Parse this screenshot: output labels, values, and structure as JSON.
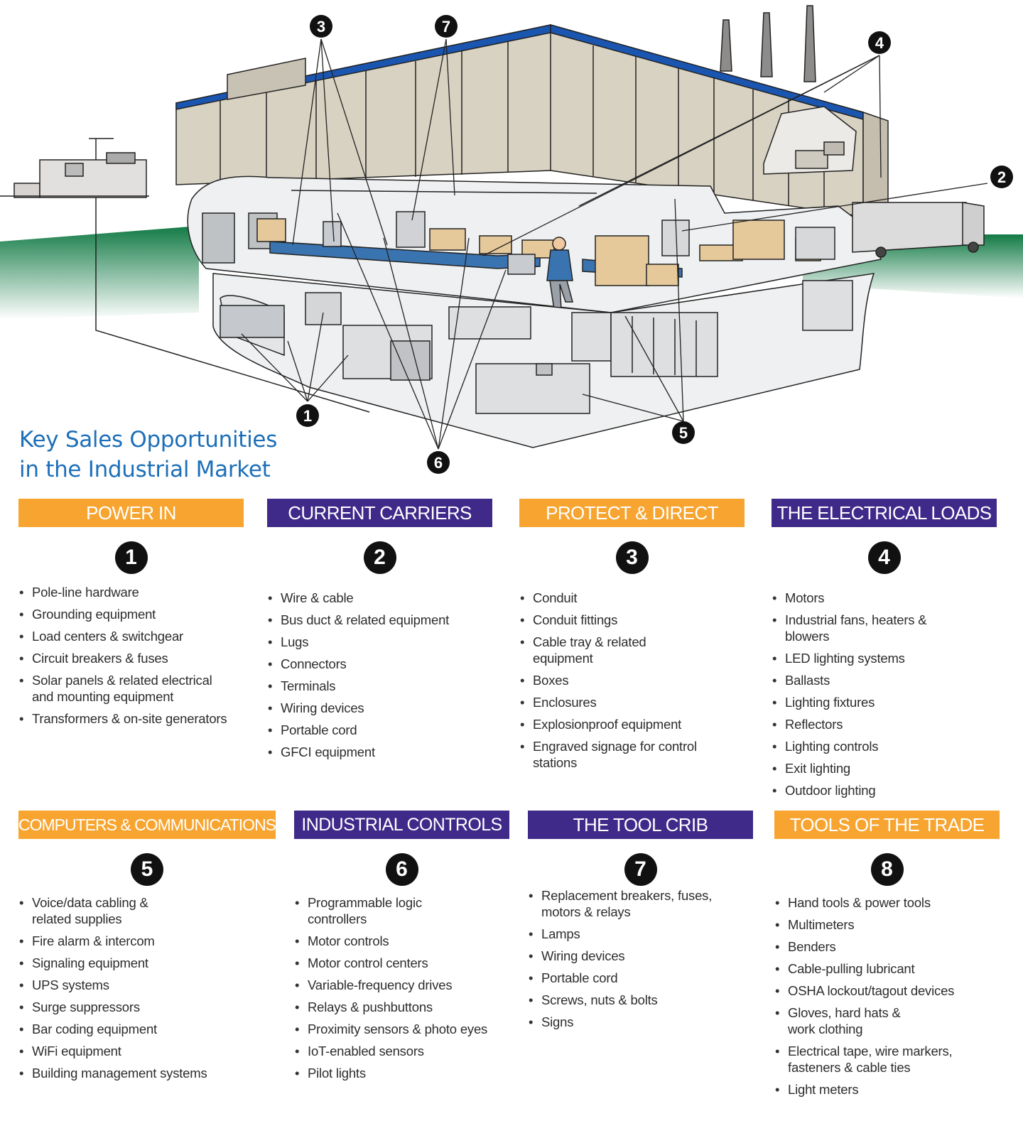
{
  "title": {
    "line1": "Key Sales Opportunities",
    "line2": "in the Industrial Market"
  },
  "colors": {
    "orange": "#f7a530",
    "purple": "#3f2a8a",
    "title_blue": "#1d6fb8",
    "roof_blue": "#1a55b0",
    "grass": "#127a45"
  },
  "callouts": [
    {
      "number": "1"
    },
    {
      "number": "2"
    },
    {
      "number": "3"
    },
    {
      "number": "4"
    },
    {
      "number": "5"
    },
    {
      "number": "6"
    },
    {
      "number": "7"
    }
  ],
  "categories": [
    {
      "number": "1",
      "title": "POWER IN",
      "color": "orange",
      "items": [
        "Pole-line hardware",
        "Grounding equipment",
        "Load centers & switchgear",
        "Circuit breakers & fuses",
        "Solar panels & related electrical and mounting equipment",
        "Transformers  & on-site generators"
      ]
    },
    {
      "number": "2",
      "title": "CURRENT CARRIERS",
      "color": "purple",
      "items": [
        "Wire & cable",
        "Bus duct & related equipment",
        "Lugs",
        "Connectors",
        "Terminals",
        "Wiring devices",
        "Portable cord",
        "GFCI equipment"
      ]
    },
    {
      "number": "3",
      "title": "PROTECT & DIRECT",
      "color": "orange",
      "items": [
        "Conduit",
        "Conduit fittings",
        "Cable tray & related equipment",
        "Boxes",
        "Enclosures",
        "Explosionproof equipment",
        "Engraved signage for control stations"
      ]
    },
    {
      "number": "4",
      "title": "THE ELECTRICAL LOADS",
      "color": "purple",
      "items": [
        "Motors",
        "Industrial fans, heaters & blowers",
        "LED lighting systems",
        "Ballasts",
        "Lighting fixtures",
        "Reflectors",
        "Lighting controls",
        "Exit lighting",
        "Outdoor lighting"
      ]
    },
    {
      "number": "5",
      "title": "COMPUTERS & COMMUNICATIONS",
      "color": "orange",
      "items": [
        "Voice/data cabling & related supplies",
        "Fire alarm & intercom",
        "Signaling equipment",
        "UPS systems",
        "Surge suppressors",
        "Bar coding equipment",
        "WiFi equipment",
        "Building management systems"
      ]
    },
    {
      "number": "6",
      "title": "INDUSTRIAL CONTROLS",
      "color": "purple",
      "items": [
        "Programmable logic controllers",
        "Motor controls",
        "Motor control centers",
        "Variable-frequency drives",
        "Relays & pushbuttons",
        "Proximity sensors & photo eyes",
        "IoT-enabled sensors",
        "Pilot lights"
      ]
    },
    {
      "number": "7",
      "title": "THE TOOL CRIB",
      "color": "purple",
      "items": [
        "Replacement breakers, fuses, motors & relays",
        "Lamps",
        "Wiring devices",
        "Portable cord",
        "Screws, nuts & bolts",
        "Signs"
      ]
    },
    {
      "number": "8",
      "title": "TOOLS OF THE TRADE",
      "color": "orange",
      "items": [
        "Hand tools & power tools",
        "Multimeters",
        "Benders",
        "Cable-pulling lubricant",
        "OSHA lockout/tagout devices",
        "Gloves, hard hats & work clothing",
        "Electrical tape, wire markers, fasteners & cable ties",
        "Light meters"
      ]
    }
  ]
}
